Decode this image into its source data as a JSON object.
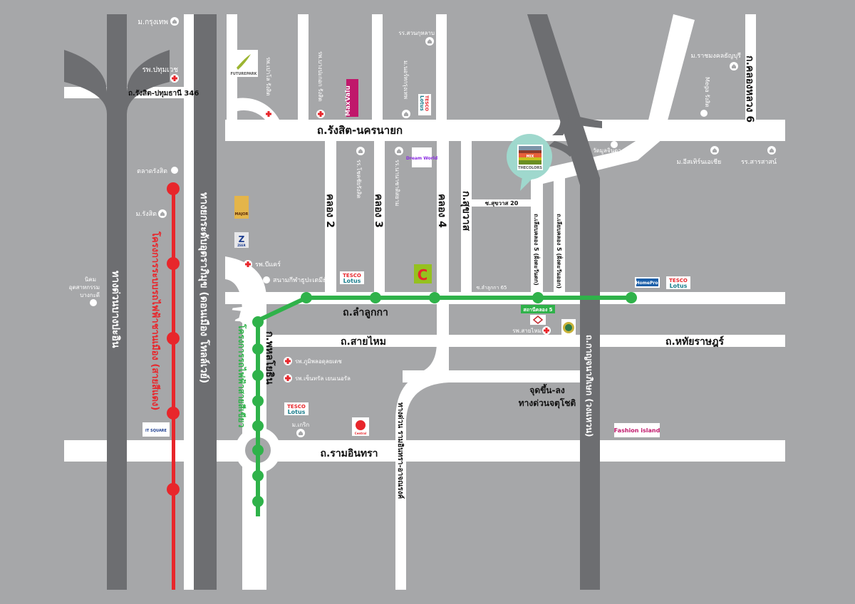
{
  "colors": {
    "background": "#a6a7a9",
    "road": "#ffffff",
    "expressway": "#6d6e71",
    "red_line": "#e8262b",
    "green_line": "#2fb24a",
    "bubble": "#9fd8cd"
  },
  "roads": {
    "rangsit_pathum": "ถ.รังสิต-ปทุมธานี 346",
    "rangsit_nakhonnayok": "ถ.รังสิต-นครนายก",
    "khlong2": "คลอง 2",
    "khlong3": "คลอง 3",
    "khlong4": "คลอง 4",
    "sukhawat": "ก.สุขวาส",
    "soi_sukhawat20": "ซ.สุขวาส 20",
    "soi_lamlukka65": "ซ.ลำลูกกา 65",
    "liap_west": "ถ.เลียบคลอง 5 (ฝั่งตะวันตก)",
    "liap_east": "ถ.เลียบคลอง 5 (ฝั่งตะวันออก)",
    "lamlukka": "ถ.ลำลูกกา",
    "saimai": "ถ.สายไหม",
    "hathairat": "ถ.หทัยราษฎร์",
    "ramintra": "ถ.รามอินทรา",
    "phahonyothin": "ก.พหลโยธิน",
    "khlongluang6": "ก.คลองหลวง 6",
    "bangpain_exp": "ทางด่วนบางปะอิน",
    "tollway": "ทางยกระดับอุตราภิมุข (ดอนเมือง โทลล์เวย์)",
    "kanchanaphisek": "ถ.กาญจนาภิเษก (วงแหวน)",
    "ramintra_exp": "ทางด่วน รามอินทรา-อาจณรงค์",
    "chatuchot_1": "จุดขึ้น-ลง",
    "chatuchot_2": "ทางด่วนจตุโชติ"
  },
  "rail": {
    "red_line": "โครงการระบบรถไฟฟ้าชานเมือง (สายสีแดง)",
    "green_line": "โครงการรถไฟฟ้าสายสีเขียว",
    "khlong5_station": "สถานีคลอง 5"
  },
  "places": {
    "bangkok_u": "ม.กรุงเทพ",
    "pathumvech": "รพ.ปทุมเวช",
    "paolo": "รพ.เปาโล รังสิต",
    "bangpakok": "รพ.บางปะกอก รังสิต",
    "north_bkk_u": "ม.นอร์ทกรุงเทพ",
    "suankularb": "รร.สวนกุหลาบ",
    "rmutt": "ม.ราชมงคลธัญบุรี",
    "mega": "Mega รังสิต",
    "wat_mulchinda": "วัดมูลจินดา",
    "eastern_asia": "ม.อีสเทิร์นเอเชีย",
    "sarasas": "รร.สารสาสน์",
    "chokchai": "รร.โชคชัยรังสิต",
    "nanachat": "รร.นานาชาติสยาม",
    "talad_rangsit": "ตลาดรังสิต",
    "rangsit_u": "ม.รังสิต",
    "nikhom_1": "นิคม",
    "nikhom_2": "อุตสาหกรรม",
    "nikhom_3": "บางกะดี",
    "becare": "รพ.บีแคร์",
    "stadium": "สนามกีฬาธูปะเตมีย์",
    "saimai_hosp": "รพ.สายไหม",
    "bhumibol": "รพ.ภูมิพลอดุลยเดช",
    "central_general": "รพ.เซ็นทรัล เยนเนอรัล",
    "krirk": "ม.เกริก"
  },
  "logos": {
    "future_park": "FUTUREPARK",
    "maxvalu": "MaxValu",
    "tesco": "TESCO",
    "lotus": "Lotus",
    "dream_world": "Dream World",
    "major": "MAJOR",
    "zeer": "ZEER",
    "bigc": "C",
    "mix": "MIX",
    "the_colors": "THECOLORS",
    "homepro": "HomePro",
    "fashion_island": "Fashion island",
    "central": "Central",
    "it_square": "IT SQUARE"
  }
}
